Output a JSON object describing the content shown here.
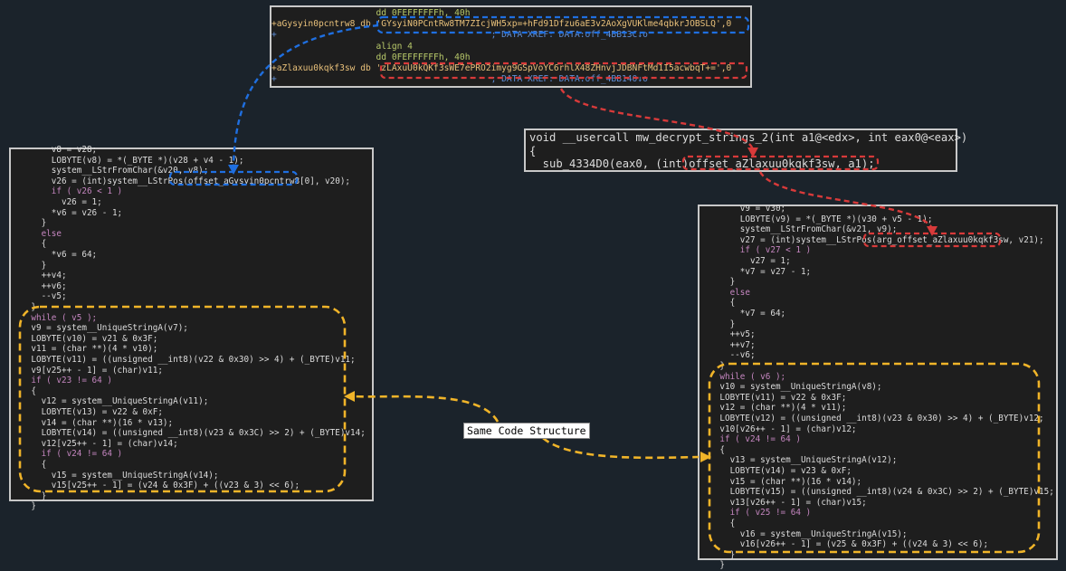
{
  "asm": {
    "lines": [
      "                    dd 0FEFFFFFFh, 40h",
      "+aGysyin0pcntrw8 db 'GYsyiN0PCntRw8TM7ZIcjWH5xp=+hFd91Dfzu6aE3v2AoXgVUKlme4qbkrJOBSLQ',0",
      "+                                         ; DATA XREF: DATA:off_4BB13C↓o",
      "                    align 4",
      "                    dd 0FEFFFFFFh, 40h",
      "+aZlaxuu0kqkf3sw db 'zLAxuU0kQKf3sWE7ePRO2imyg9GSpVoYC6rhlX48ZHnvjJDBNFtMd1I5acwbqT+=',0",
      "+                                         ; DATA XREF: DATA:off_4BB140↓o"
    ]
  },
  "func": {
    "lines": [
      "void __usercall mw_decrypt_strings_2(int a1@<edx>, int eax0@<eax>)",
      "{",
      "  sub_4334D0(eax0, (int)offset_aZlaxuu0kqkf3sw, a1);"
    ]
  },
  "left_code": {
    "lines": [
      "        v8 = v28;",
      "        LOBYTE(v8) = *(_BYTE *)(v28 + v4 - 1);",
      "        system__LStrFromChar(&v20, v8);",
      "        v26 = (int)system__LStrPos(offset_aGysyin0pcntrw8[0], v20);",
      "        if ( v26 < 1 )",
      "          v26 = 1;",
      "        *v6 = v26 - 1;",
      "      }",
      "      else",
      "      {",
      "        *v6 = 64;",
      "      }",
      "      ++v4;",
      "      ++v6;",
      "      --v5;",
      "    }",
      "    while ( v5 );",
      "    v9 = system__UniqueStringA(v7);",
      "    LOBYTE(v10) = v21 & 0x3F;",
      "    v11 = (char **)(4 * v10);",
      "    LOBYTE(v11) = ((unsigned __int8)(v22 & 0x30) >> 4) + (_BYTE)v11;",
      "    v9[v25++ - 1] = (char)v11;",
      "    if ( v23 != 64 )",
      "    {",
      "      v12 = system__UniqueStringA(v11);",
      "      LOBYTE(v13) = v22 & 0xF;",
      "      v14 = (char **)(16 * v13);",
      "      LOBYTE(v14) = ((unsigned __int8)(v23 & 0x3C) >> 2) + (_BYTE)v14;",
      "      v12[v25++ - 1] = (char)v14;",
      "      if ( v24 != 64 )",
      "      {",
      "        v15 = system__UniqueStringA(v14);",
      "        v15[v25++ - 1] = (v24 & 0x3F) + ((v23 & 3) << 6);",
      "      }",
      "    }"
    ]
  },
  "right_code": {
    "lines": [
      "        v9 = v30;",
      "        LOBYTE(v9) = *(_BYTE *)(v30 + v5 - 1);",
      "        system__LStrFromChar(&v21, v9);",
      "        v27 = (int)system__LStrPos(arg_offset_aZlaxuu0kqkf3sw, v21);",
      "        if ( v27 < 1 )",
      "          v27 = 1;",
      "        *v7 = v27 - 1;",
      "      }",
      "      else",
      "      {",
      "        *v7 = 64;",
      "      }",
      "      ++v5;",
      "      ++v7;",
      "      --v6;",
      "    }",
      "    while ( v6 );",
      "    v10 = system__UniqueStringA(v8);",
      "    LOBYTE(v11) = v22 & 0x3F;",
      "    v12 = (char **)(4 * v11);",
      "    LOBYTE(v12) = ((unsigned __int8)(v23 & 0x30) >> 4) + (_BYTE)v12;",
      "    v10[v26++ - 1] = (char)v12;",
      "    if ( v24 != 64 )",
      "    {",
      "      v13 = system__UniqueStringA(v12);",
      "      LOBYTE(v14) = v23 & 0xF;",
      "      v15 = (char **)(16 * v14);",
      "      LOBYTE(v15) = ((unsigned __int8)(v24 & 0x3C) >> 2) + (_BYTE)v15;",
      "      v13[v26++ - 1] = (char)v15;",
      "      if ( v25 != 64 )",
      "      {",
      "        v16 = system__UniqueStringA(v15);",
      "        v16[v26++ - 1] = (v25 & 0x3F) + ((v24 & 3) << 6);",
      "      }",
      "    }"
    ]
  },
  "annotation": {
    "label": "Same Code Structure"
  },
  "colors": {
    "blue_dash": "#1f6fe0",
    "red_dash": "#d83a3a",
    "yellow_dash": "#f0b429"
  }
}
